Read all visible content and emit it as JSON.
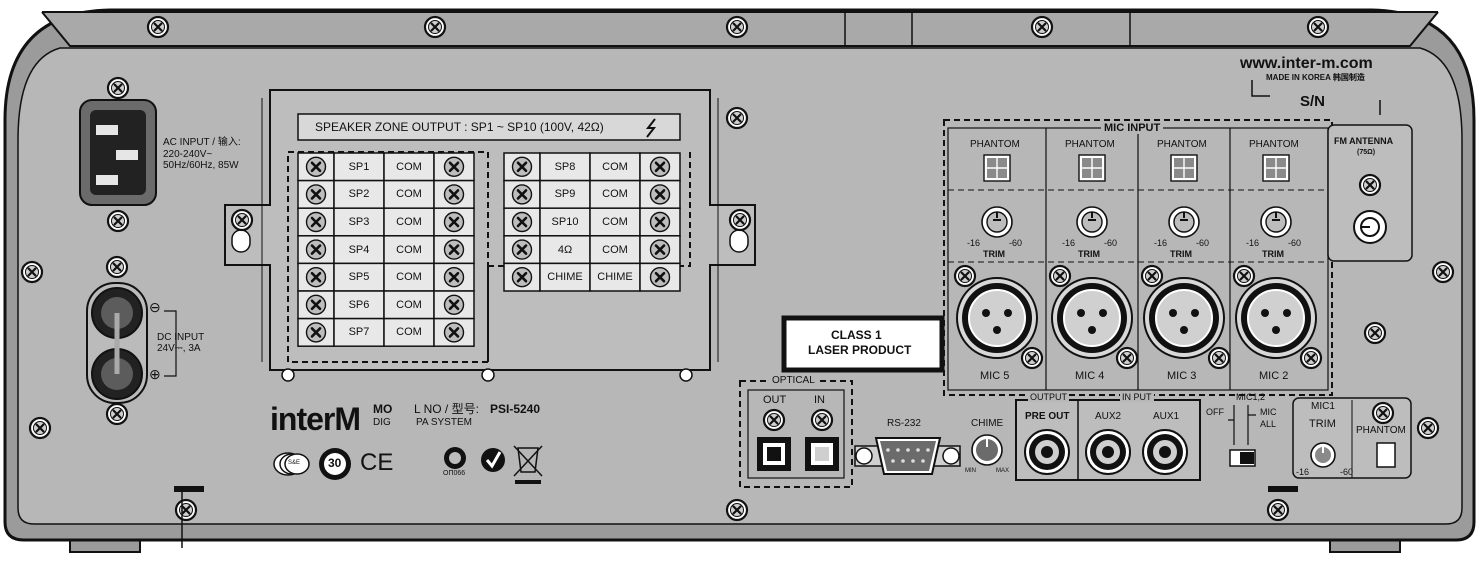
{
  "brand": {
    "website": "www.inter-m.com",
    "made_in": "MADE IN KOREA 韩国制造",
    "serial_label": "S/N",
    "logo": "interM",
    "model_prefix": "MO",
    "model_line1_prefix": "L NO / 型号:",
    "model_number": "PSI-5240",
    "model_line2_prefix": "DIG",
    "model_line2": "PA SYSTEM",
    "cert_code": "OП066",
    "cert_year": "30",
    "cert_ce": "CE",
    "cert_se": "S&E"
  },
  "ac_input": {
    "line1": "AC INPUT / 输入:",
    "line2": "220-240V~",
    "line3": "50Hz/60Hz, 85W"
  },
  "dc_input": {
    "line1": "DC INPUT",
    "line2": "24V⎓, 3A",
    "minus": "⊖",
    "plus": "⊕"
  },
  "speaker_zone": {
    "title": "SPEAKER ZONE OUTPUT : SP1 ~ SP10 (100V, 42Ω)",
    "left_rows": [
      {
        "label": "SP1",
        "com": "COM"
      },
      {
        "label": "SP2",
        "com": "COM"
      },
      {
        "label": "SP3",
        "com": "COM"
      },
      {
        "label": "SP4",
        "com": "COM"
      },
      {
        "label": "SP5",
        "com": "COM"
      },
      {
        "label": "SP6",
        "com": "COM"
      },
      {
        "label": "SP7",
        "com": "COM"
      }
    ],
    "right_rows": [
      {
        "label": "SP8",
        "com": "COM"
      },
      {
        "label": "SP9",
        "com": "COM"
      },
      {
        "label": "SP10",
        "com": "COM"
      },
      {
        "label": "4Ω",
        "com": "COM"
      },
      {
        "label": "CHIME",
        "com": "CHIME"
      }
    ]
  },
  "laser": {
    "line1": "CLASS 1",
    "line2": "LASER PRODUCT"
  },
  "mic_input": {
    "title": "MIC INPUT",
    "phantom_label": "PHANTOM",
    "trim_label": "TRIM",
    "trim_min": "-16",
    "trim_max": "-60",
    "channels": [
      "MIC 5",
      "MIC 4",
      "MIC 3",
      "MIC 2"
    ]
  },
  "fm_antenna": {
    "line1": "FM ANTENNA",
    "line2": "(75Ω)"
  },
  "optical": {
    "title": "OPTICAL",
    "out": "OUT",
    "in": "IN"
  },
  "rs232": {
    "label": "RS-232"
  },
  "chime": {
    "label": "CHIME",
    "min": "MIN",
    "max": "MAX"
  },
  "output": {
    "title": "OUTPUT",
    "pre_out": "PRE OUT"
  },
  "in_put": {
    "title": "IN PUT",
    "aux2": "AUX2",
    "aux1": "AUX1"
  },
  "switch": {
    "title": "MIC1,2",
    "off": "OFF",
    "mic": "MIC",
    "all": "ALL"
  },
  "mic1": {
    "title": "MIC1",
    "trim": "TRIM",
    "phantom": "PHANTOM",
    "min": "-16",
    "max": "-60"
  }
}
